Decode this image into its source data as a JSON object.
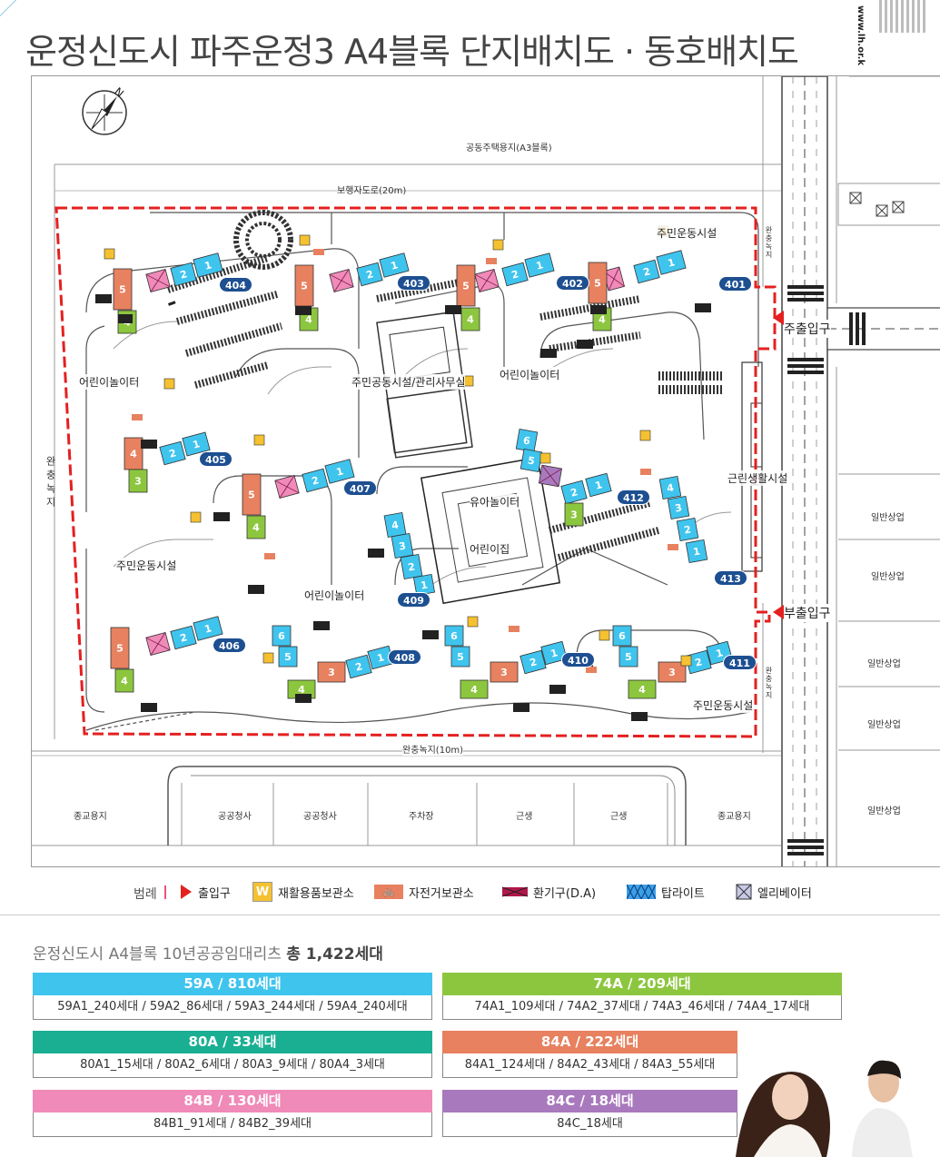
{
  "page": {
    "title": "운정신도시 파주운정3 A4블록 단지배치도 · 동호배치도",
    "url": "www.lh.or.k"
  },
  "map": {
    "top_area": "공동주택용지(A3블록)",
    "top_road": "보행자도로(20m)",
    "left_green": "완충녹지",
    "bottom_green": "완충녹지(10m)",
    "bottom_lots": [
      "종교용지",
      "공공청사",
      "공공청사",
      "주차장",
      "근생",
      "근생",
      "종교용지"
    ],
    "right_lots": [
      "일반상업",
      "일반상업",
      "일반상업",
      "일반상업",
      "일반상업"
    ],
    "road_green_top": "완충녹지",
    "road_green_bottom": "완충녹지",
    "main_entrance": "주출입구",
    "sub_entrance": "부출입구",
    "facilities": {
      "playground_1": "어린이놀이터",
      "playground_2": "어린이놀이터",
      "playground_3": "어린이놀이터",
      "community": "주민공동시설/관리사무실",
      "toddler_playground": "유아놀이터",
      "daycare": "어린이집",
      "fitness_1": "주민운동시설",
      "fitness_2": "주민운동시설",
      "fitness_3": "주민운동시설",
      "neighborhood": "근린생활시설"
    },
    "buildings": [
      "401",
      "402",
      "403",
      "404",
      "405",
      "406",
      "407",
      "408",
      "409",
      "410",
      "411",
      "412",
      "413"
    ]
  },
  "legend": {
    "label": "범례",
    "items": [
      {
        "name": "entrance",
        "label": "출입구"
      },
      {
        "name": "recycling",
        "label": "재활용품보관소",
        "glyph": "W"
      },
      {
        "name": "bicycle",
        "label": "자전거보관소",
        "glyph": "🚲"
      },
      {
        "name": "vent",
        "label": "환기구(D.A)"
      },
      {
        "name": "toplight",
        "label": "탑라이트"
      },
      {
        "name": "elevator",
        "label": "엘리베이터"
      }
    ]
  },
  "summary": {
    "title_prefix": "운정신도시 A4블록 10년공공임대리츠 ",
    "title_bold": "총 1,422세대"
  },
  "unit_types": [
    {
      "header": "59A / 810세대",
      "detail": "59A1_240세대 / 59A2_86세대 / 59A3_244세대 / 59A4_240세대",
      "color": "#3fc4ee"
    },
    {
      "header": "74A / 209세대",
      "detail": "74A1_109세대 / 74A2_37세대 / 74A3_46세대 / 74A4_17세대",
      "color": "#8cc63e"
    },
    {
      "header": "80A / 33세대",
      "detail": "80A1_15세대 / 80A2_6세대 / 80A3_9세대 / 80A4_3세대",
      "color": "#1aaf93"
    },
    {
      "header": "84A / 222세대",
      "detail": "84A1_124세대 / 84A2_43세대 / 84A3_55세대",
      "color": "#e7815f"
    },
    {
      "header": "84B / 130세대",
      "detail": "84B1_91세대 / 84B2_39세대",
      "color": "#f08ab8"
    },
    {
      "header": "84C / 18세대",
      "detail": "84C_18세대",
      "color": "#a979bd"
    }
  ]
}
